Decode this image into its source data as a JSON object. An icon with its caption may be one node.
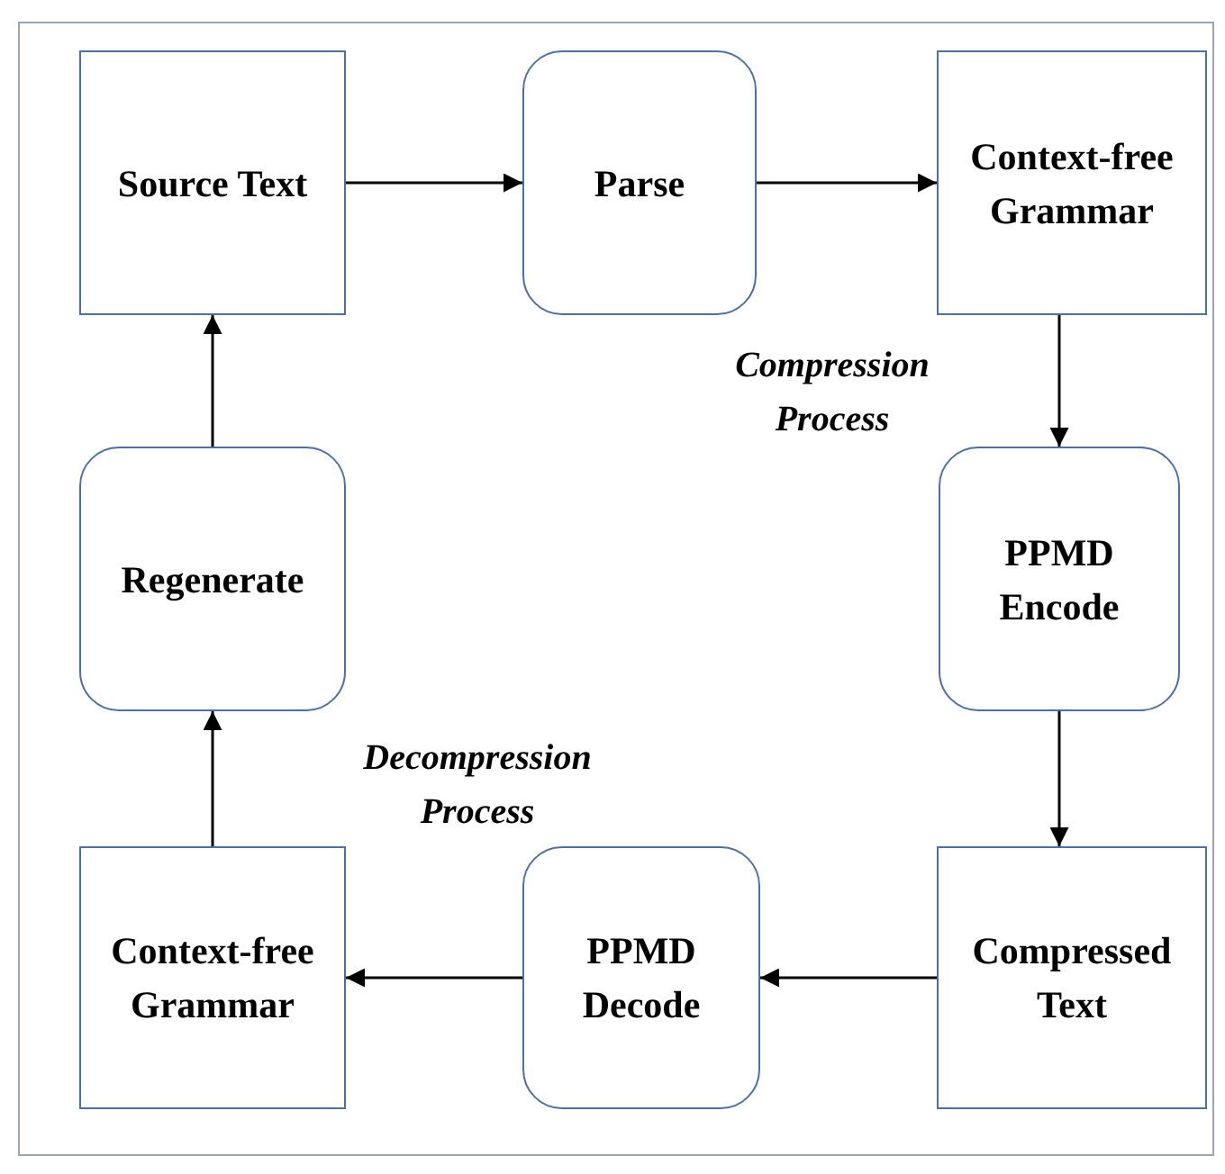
{
  "diagram": {
    "nodes": [
      {
        "text": [
          "Source Text"
        ]
      },
      {
        "text": [
          "Parse"
        ]
      },
      {
        "text": [
          "Context-free Grammar"
        ]
      },
      {
        "text": [
          "PPMD Encode"
        ]
      },
      {
        "text": [
          "Compressed Text"
        ]
      },
      {
        "text": [
          "PPMD Decode"
        ]
      },
      {
        "text": [
          "Context-free Grammar"
        ]
      },
      {
        "text": [
          "Regenerate"
        ]
      }
    ],
    "edges": [
      {
        "from": 0,
        "to": 1,
        "arrow": "to"
      },
      {
        "from": 1,
        "to": 2,
        "arrow": "to"
      },
      {
        "from": 2,
        "to": 3,
        "arrow": "to"
      },
      {
        "from": 3,
        "to": 4,
        "arrow": "to"
      },
      {
        "from": 4,
        "to": 5,
        "arrow": "to"
      },
      {
        "from": 5,
        "to": 6,
        "arrow": "to"
      },
      {
        "from": 6,
        "to": 7,
        "arrow": "to"
      },
      {
        "from": 7,
        "to": 0,
        "arrow": "to"
      }
    ],
    "labels": [
      "Compression Process",
      "Decompression Process"
    ]
  }
}
